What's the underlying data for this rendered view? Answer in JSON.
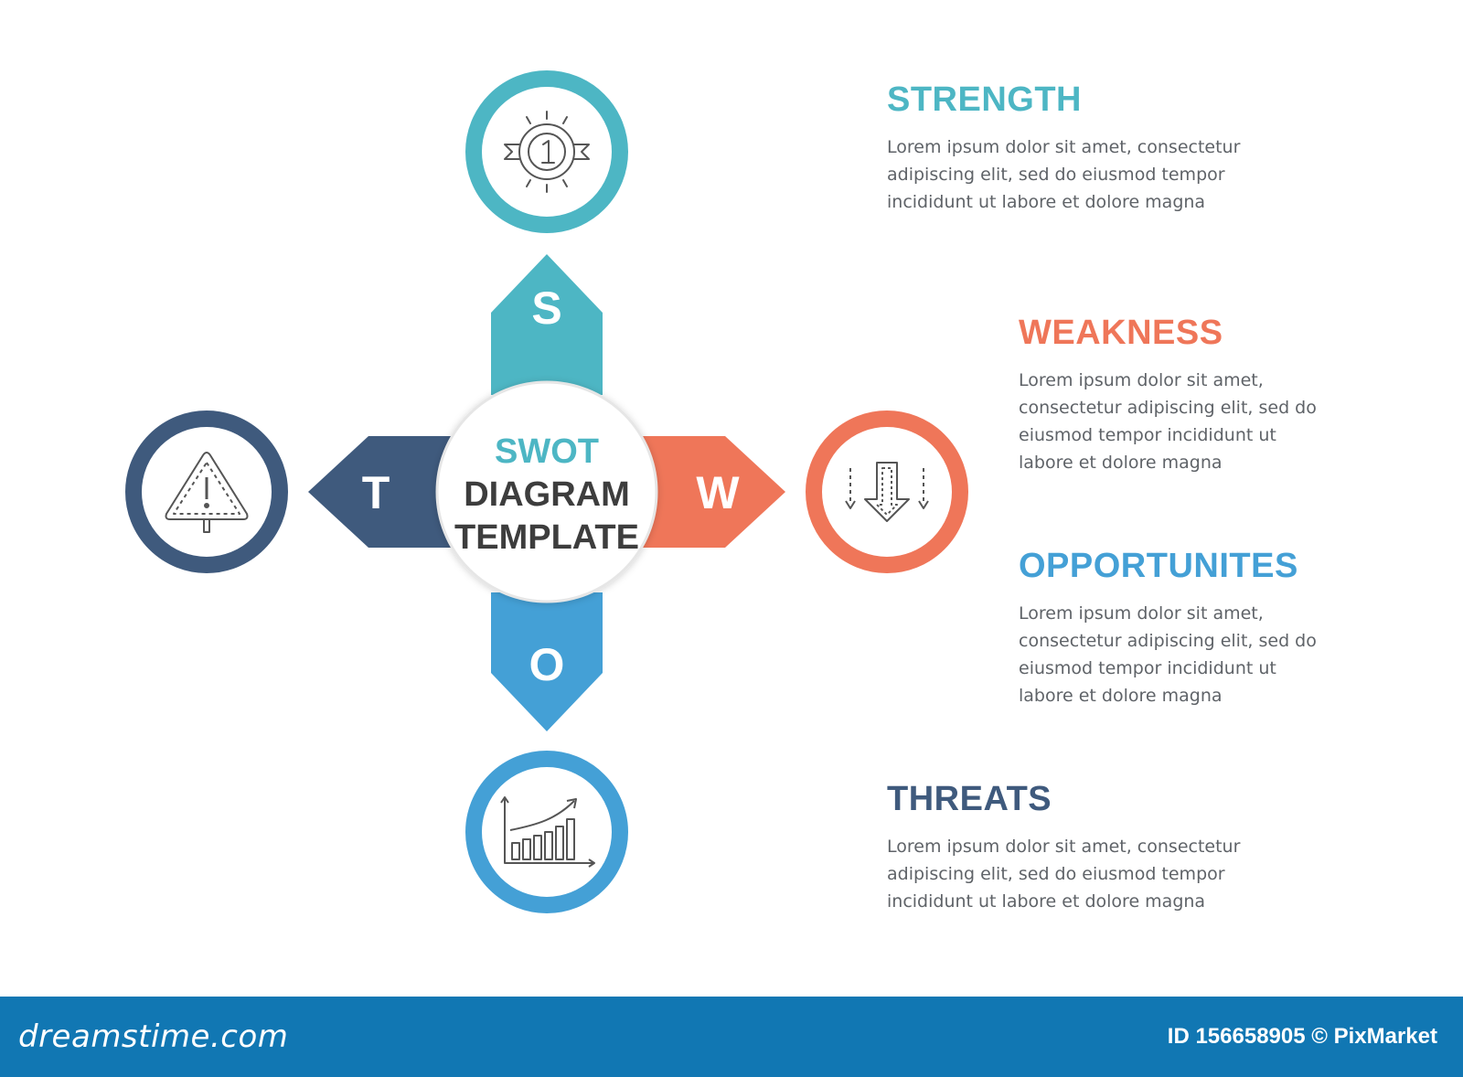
{
  "center": {
    "line1": "SWOT",
    "line2": "DIAGRAM",
    "line3": "TEMPLATE"
  },
  "arms": {
    "s": "S",
    "w": "W",
    "o": "O",
    "t": "T"
  },
  "sections": {
    "strength": {
      "title": "STRENGTH",
      "body": "Lorem ipsum dolor sit amet, consectetur\nadipiscing elit, sed do eiusmod tempor\nincididunt ut labore et dolore magna"
    },
    "weakness": {
      "title": "WEAKNESS",
      "body": "Lorem ipsum dolor sit amet,\nconsectetur adipiscing elit, sed do\neiusmod tempor incididunt ut\nlabore et dolore magna"
    },
    "opportunities": {
      "title": "OPPORTUNITES",
      "body": "Lorem ipsum dolor sit amet,\nconsectetur adipiscing elit, sed do\neiusmod tempor incididunt ut\nlabore et dolore magna"
    },
    "threats": {
      "title": "THREATS",
      "body": "Lorem ipsum dolor sit amet, consectetur\nadipiscing elit, sed do eiusmod tempor\nincididunt ut labore et dolore magna"
    }
  },
  "icons": {
    "strength": "award-medal-icon",
    "weakness": "down-arrow-icon",
    "opportunities": "growth-chart-icon",
    "threats": "warning-sign-icon"
  },
  "colors": {
    "strength": "#4db6c4",
    "weakness": "#ef7659",
    "opportunities": "#44a0d6",
    "threats": "#3f5a7d",
    "icon_stroke": "#555555",
    "center_text_dark": "#3d3d3d"
  },
  "footer": {
    "logo": "dreamstime.com",
    "id": "ID 156658905 © PixMarket"
  }
}
